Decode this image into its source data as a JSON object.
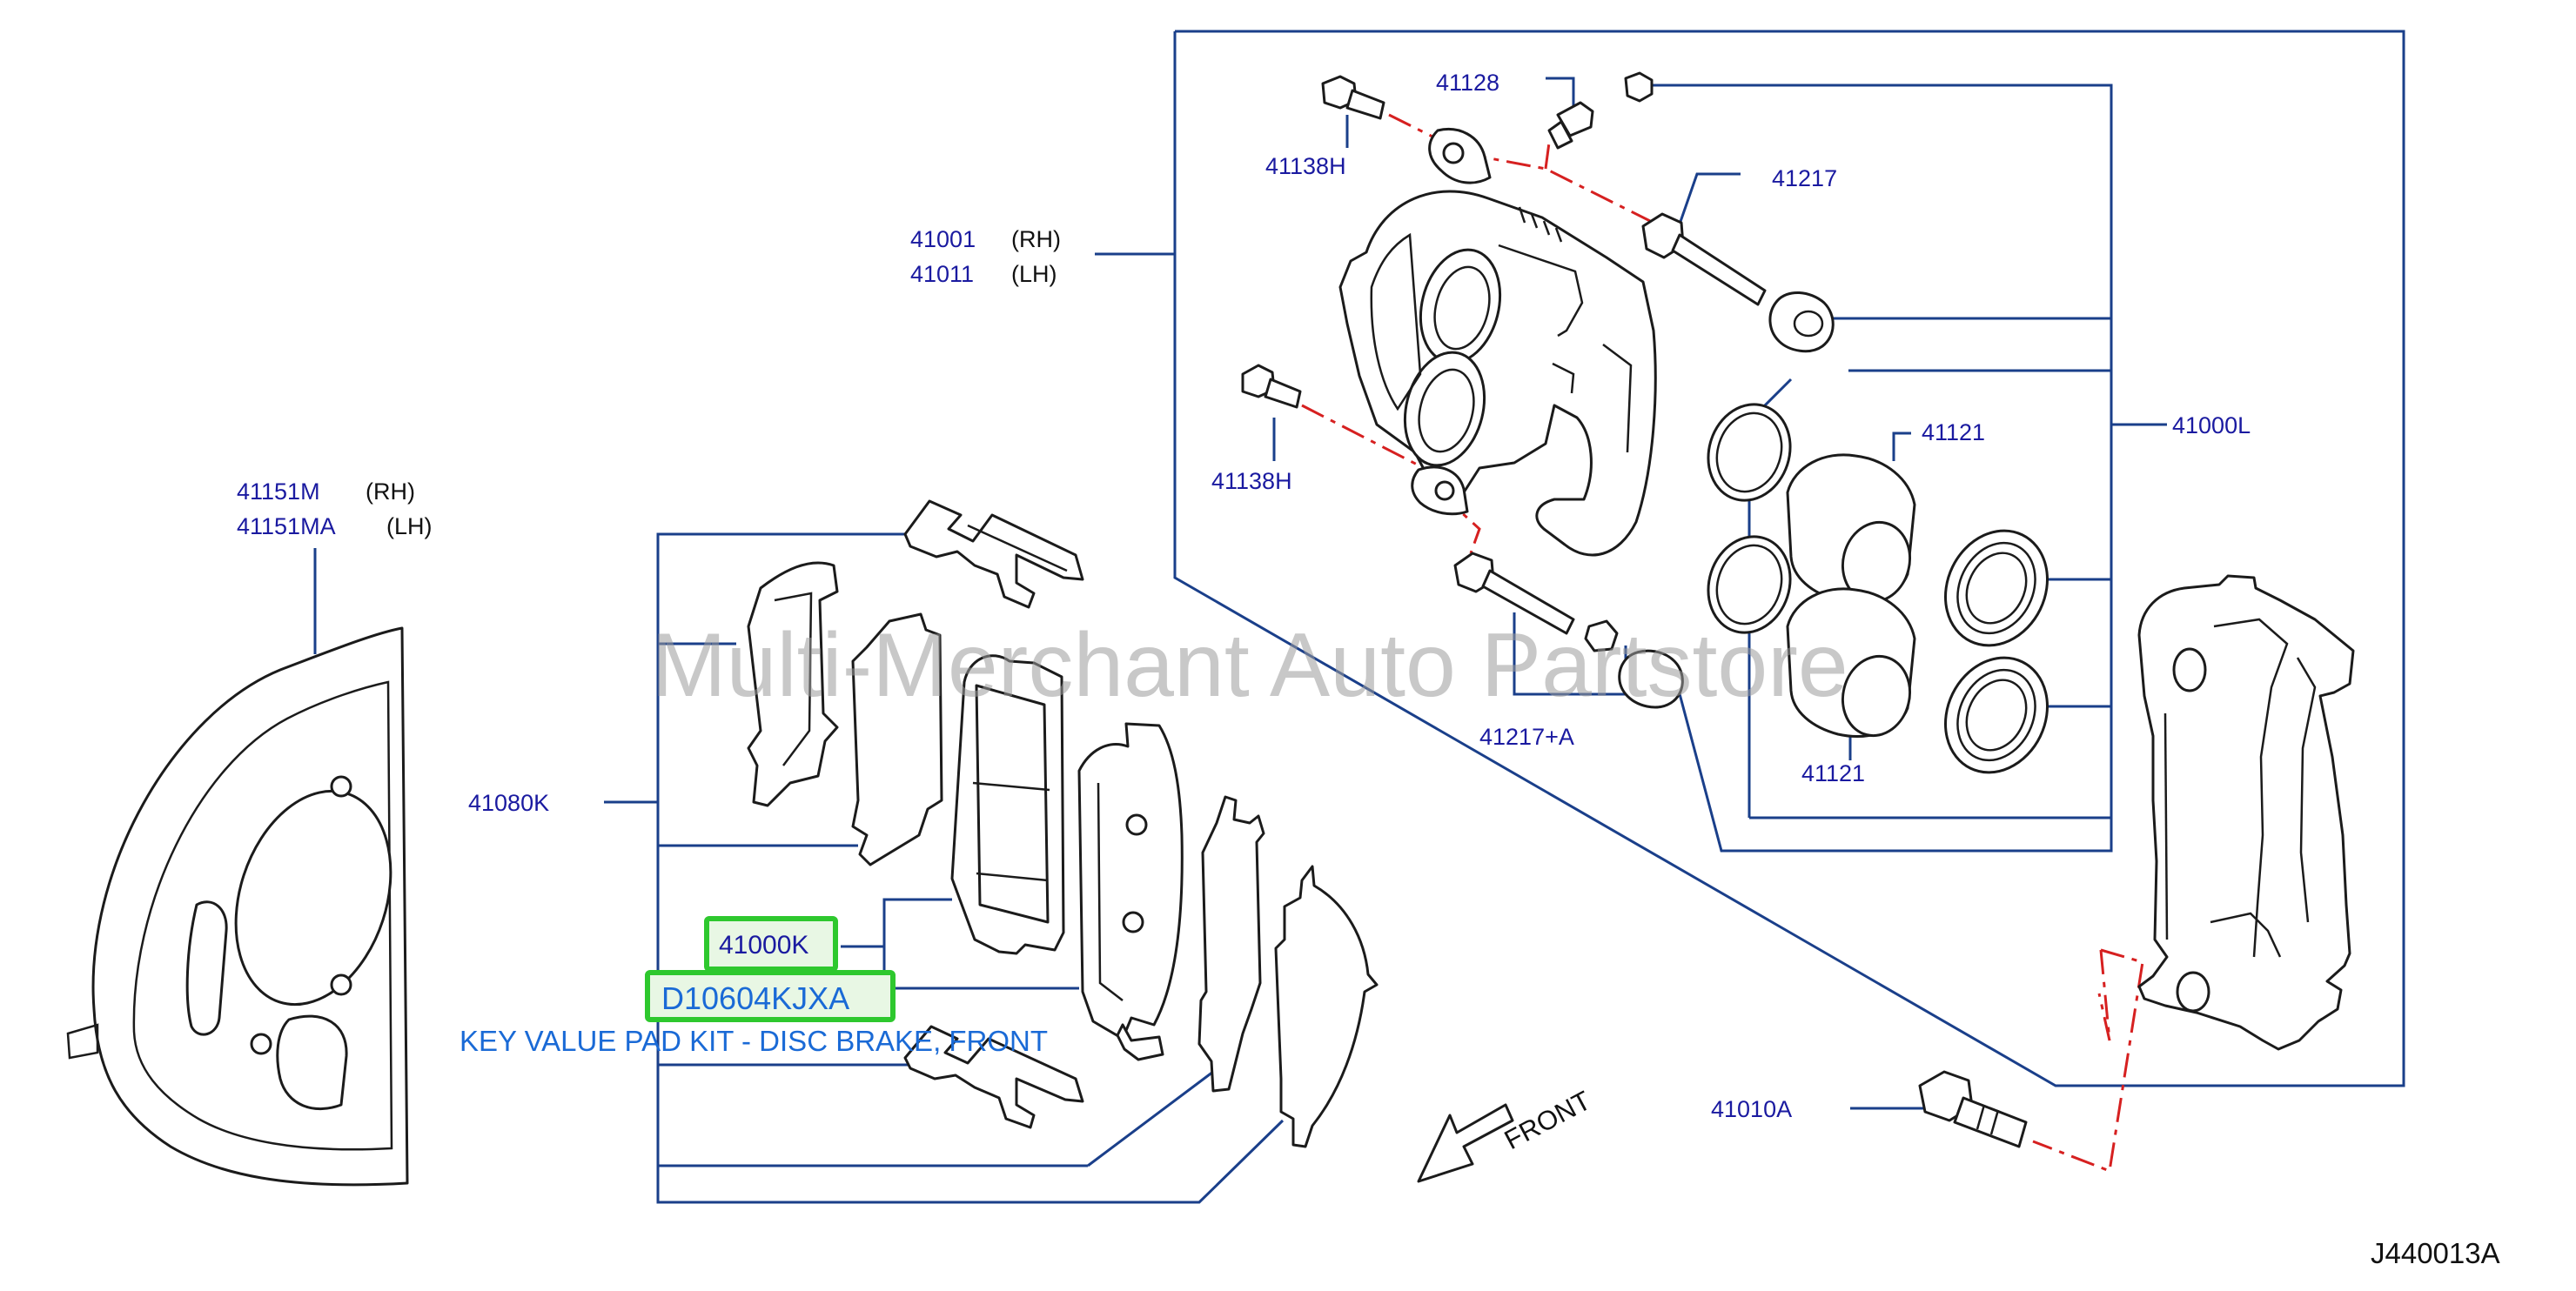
{
  "labels": {
    "splash_shield_rh": "41151M",
    "splash_shield_rh_side": "(RH)",
    "splash_shield_lh": "41151MA",
    "splash_shield_lh_side": "(LH)",
    "pad_hardware_kit": "41080K",
    "pad_kit": "41000K",
    "key_value_part": "D10604KJXA",
    "key_value_note": "KEY VALUE PAD KIT - DISC BRAKE, FRONT",
    "caliper_rh": "41001",
    "caliper_rh_side": "(RH)",
    "caliper_lh": "41011",
    "caliper_lh_side": "(LH)",
    "bleeder_screw": "41128",
    "bolt_upper": "41138H",
    "bolt_lower": "41138H",
    "pin_upper": "41217",
    "pin_lower": "41217+A",
    "piston_upper": "41121",
    "piston_lower": "41121",
    "caliper_assembly": "41000L",
    "mount_bolt": "41010A",
    "front_marker": "FRONT",
    "diagram_code": "J440013A",
    "watermark": "Multi-Merchant Auto Partstore"
  },
  "colors": {
    "label": "#1a1aa0",
    "note": "#1a6ad6",
    "leader": "#1a3f8a",
    "centerline": "#d62020",
    "highlight_border": "#2ec82e"
  }
}
